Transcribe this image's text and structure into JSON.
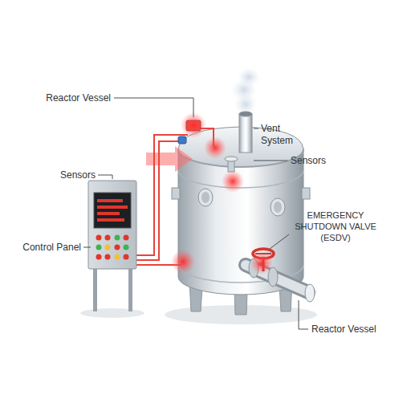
{
  "diagram": {
    "labels": [
      "Reactor Vessel",
      "Vent System",
      "Sensors",
      "Sensors",
      "EMERGENCY SHUTDOWN VALVE (ESDV)",
      "Control Panel",
      "Reactor Vessel"
    ]
  }
}
